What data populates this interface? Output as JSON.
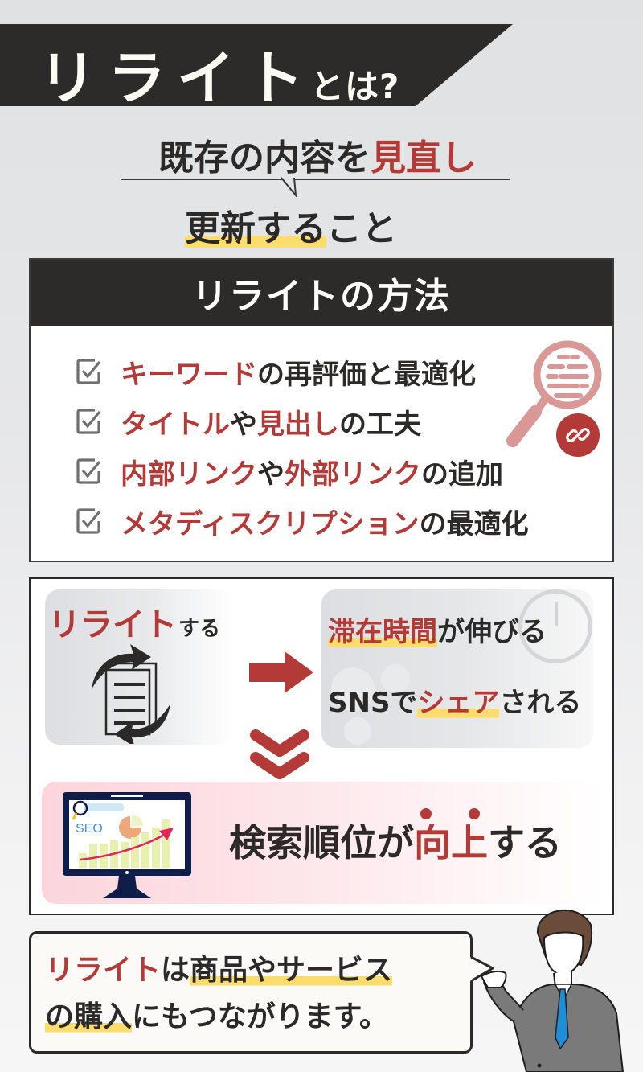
{
  "title": {
    "main": "リライト",
    "suffix": "とは?"
  },
  "definition": {
    "line1_part1": "既存の内容を",
    "line1_highlight": "見直し",
    "line2_highlight": "更新する",
    "line2_rest": "こと"
  },
  "methods": {
    "heading": "リライトの方法",
    "items": [
      {
        "red": "キーワード",
        "rest": "の再評価と最適化"
      },
      {
        "red1": "タイトル",
        "mid": "や",
        "red2": "見出し",
        "rest": "の工夫"
      },
      {
        "red1": "内部リンク",
        "mid": "や",
        "red2": "外部リンク",
        "rest": "の追加"
      },
      {
        "red": "メタディスクリプション",
        "rest": "の最適化"
      }
    ],
    "icons": [
      "checkbox-icon",
      "magnifier-icon",
      "link-icon"
    ]
  },
  "flow": {
    "step1": {
      "red": "リライト",
      "rest": "する",
      "icon": "document-refresh-icon"
    },
    "effects": [
      {
        "red": "滞在時間",
        "rest": "が伸びる"
      },
      {
        "prefix": "SNSで",
        "red": "シェア",
        "rest": "される"
      }
    ],
    "result": {
      "part1": "検索順位が",
      "red": "向上",
      "rest": "する",
      "icon": "seo-monitor-icon",
      "monitor_label": "SEO"
    }
  },
  "speech": {
    "line1_red": "リライト",
    "line1_mid": "は",
    "line1_highlight": "商品やサービス",
    "line2_highlight": "の購入",
    "line2_rest": "にもつながります。"
  },
  "colors": {
    "accent_red": "#b33a36",
    "dark": "#2c2b29",
    "highlight_yellow": "#fcdc6a",
    "tie_blue": "#1e8fd6"
  }
}
